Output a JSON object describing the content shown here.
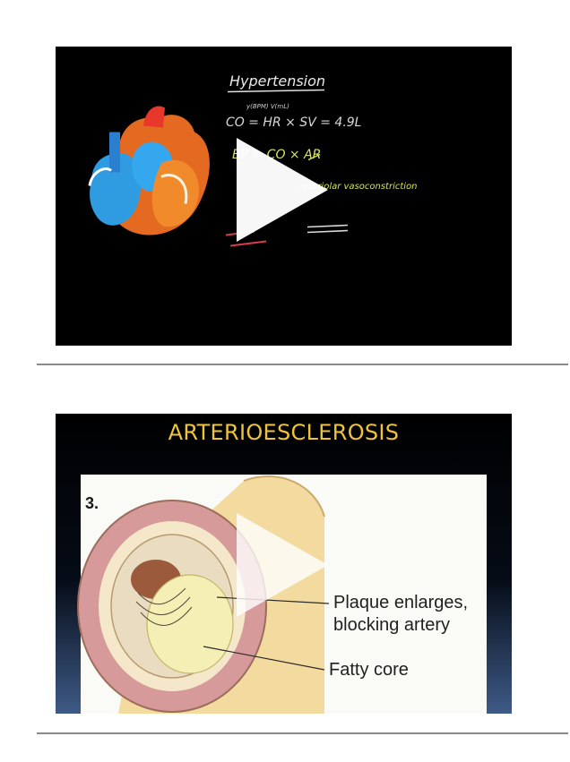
{
  "videos": [
    {
      "chalk": {
        "title": "Hypertension",
        "sub": "y(BPM)   V(mL)",
        "eq1": "CO = HR × SV  = 4.9L",
        "eq2": "BP = CO × AR",
        "arter": "arteriolar vasoconstriction"
      }
    },
    {
      "slide_title": "ARTERIOESCLEROSIS",
      "figure_number": "3.",
      "callouts": [
        "Plaque enlarges,",
        "blocking artery",
        "Fatty core"
      ]
    }
  ],
  "colors": {
    "chalk_yellow": "#d6e35b",
    "slide_title": "#f0c33c",
    "divider": "#8a8a8a"
  }
}
